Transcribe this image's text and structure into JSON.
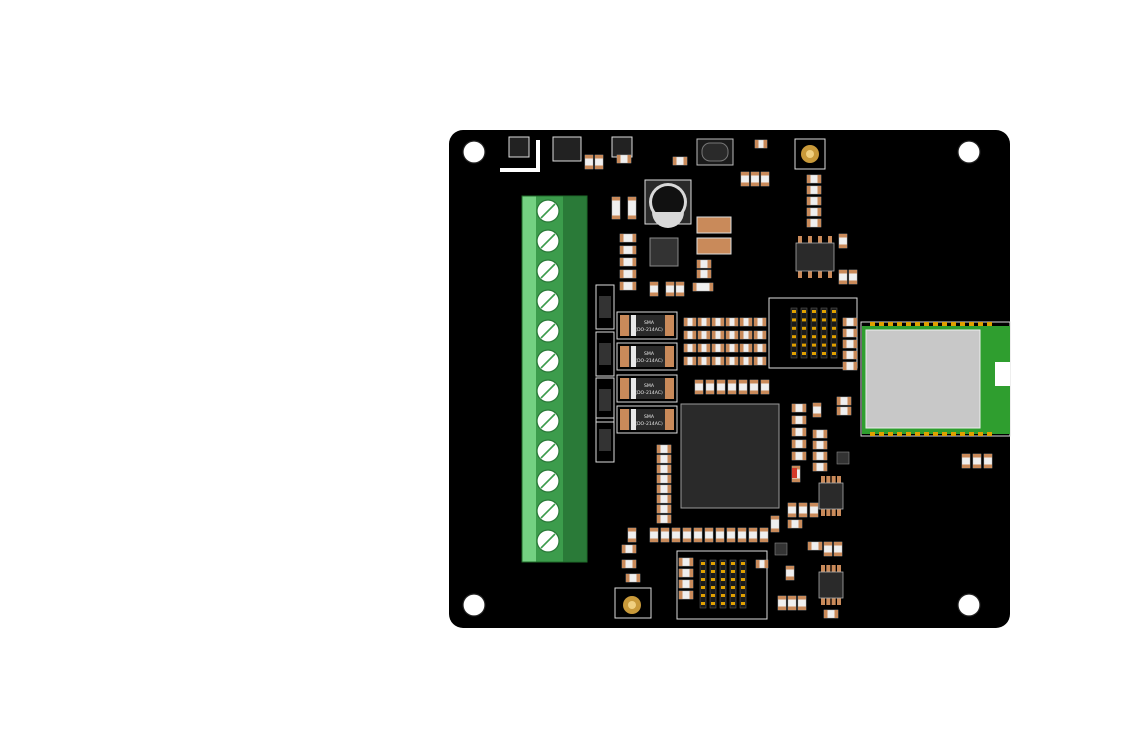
{
  "board": {
    "diodes": [
      {
        "line1": "SMA",
        "line2": "(DO-214AC)"
      },
      {
        "line1": "SMA",
        "line2": "(DO-214AC)"
      },
      {
        "line1": "SMA",
        "line2": "(DO-214AC)"
      },
      {
        "line1": "SMA",
        "line2": "(DO-214AC)"
      }
    ],
    "terminal_block": {
      "positions": 12
    },
    "colors": {
      "pcb": "#000000",
      "silkscreen": "#ffffff",
      "terminal": "#52b765",
      "module_pcb": "#2f9e2f",
      "module_shield": "#c8c8c8",
      "pad_copper": "#c98a5a",
      "pin_gold": "#e0a000"
    }
  }
}
